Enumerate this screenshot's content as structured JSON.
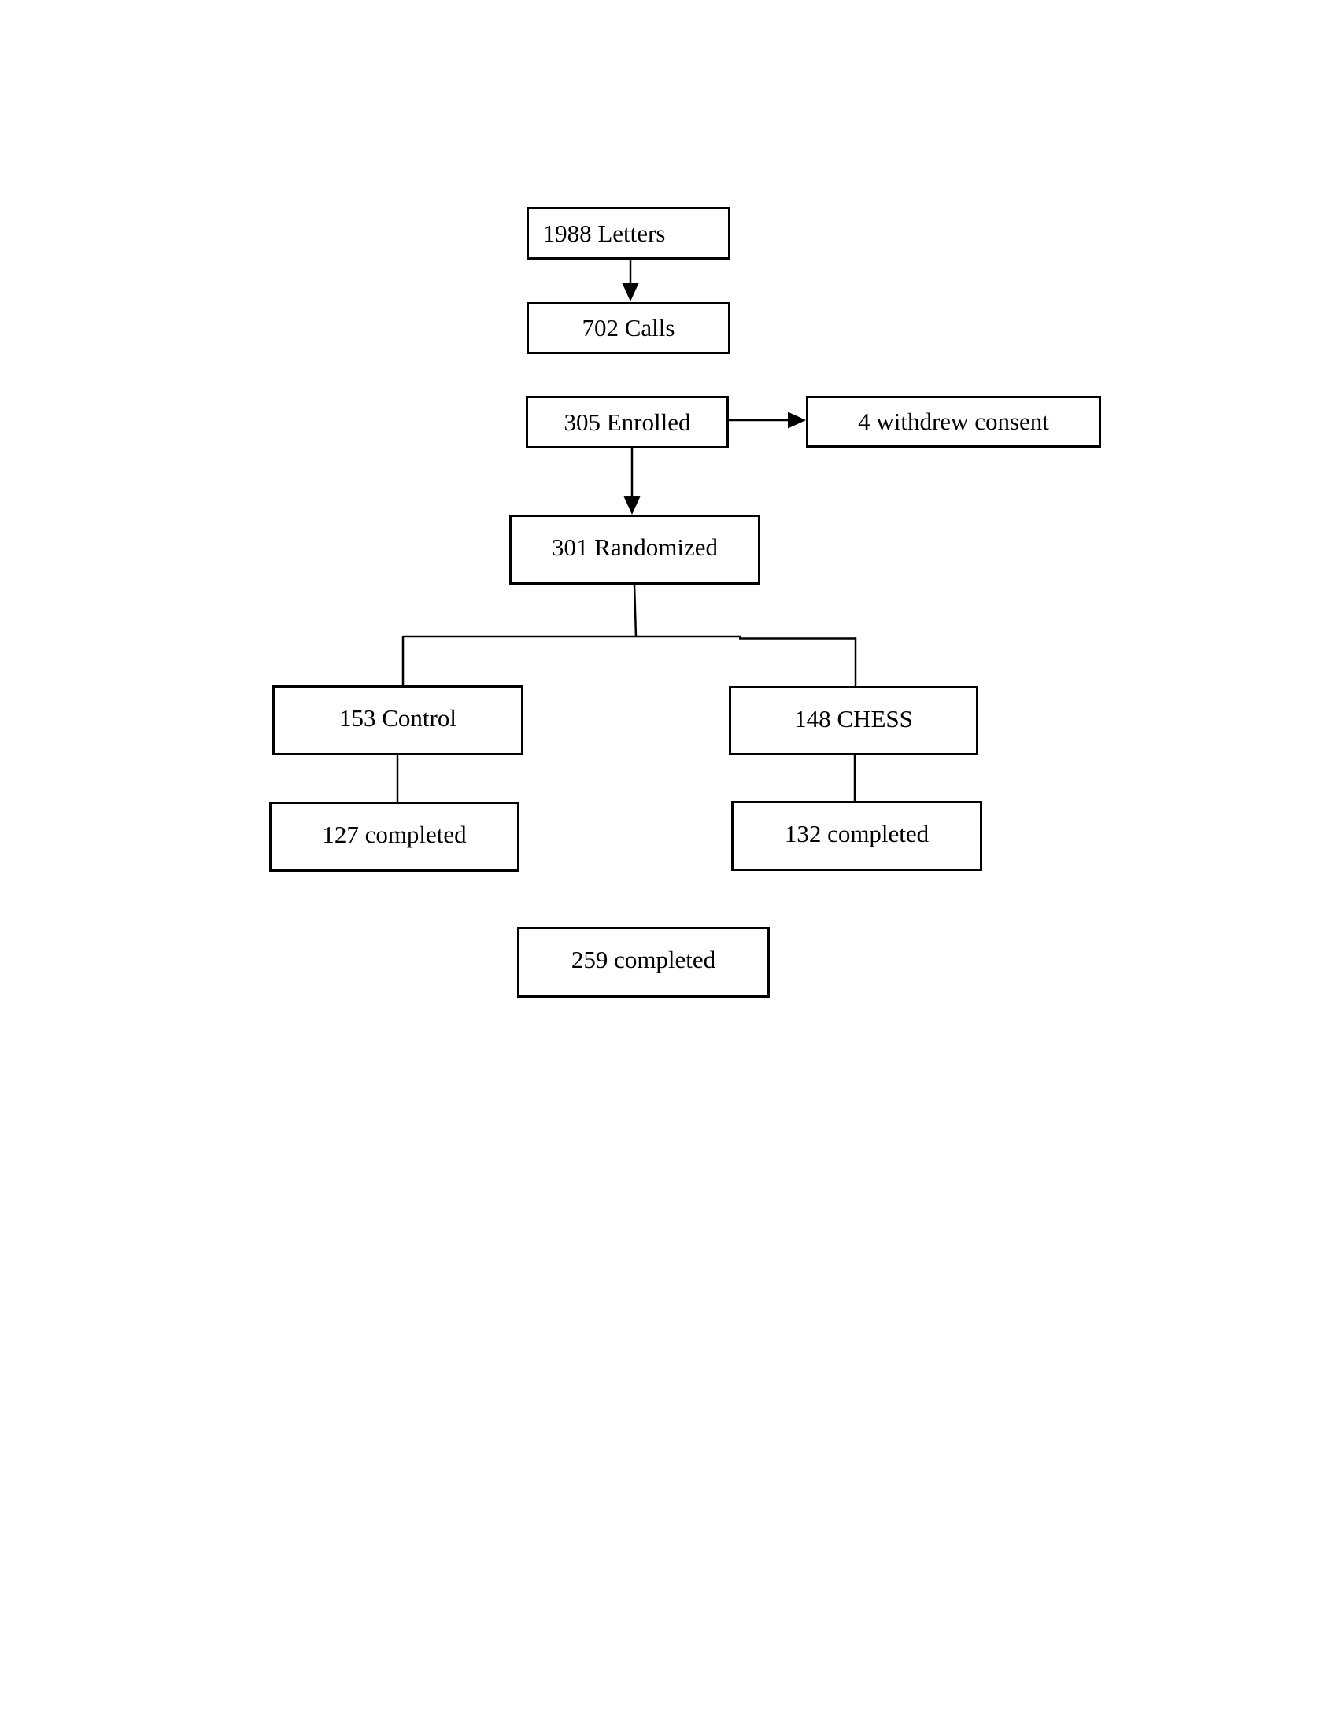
{
  "page": {
    "background_color": "#ffffff",
    "line_color": "#000000",
    "box_border_color": "#000000",
    "text_color": "#000000"
  },
  "flowchart": {
    "boxes": [
      {
        "id": "letters",
        "label": "1988 Letters"
      },
      {
        "id": "calls",
        "label": "702 Calls"
      },
      {
        "id": "enrolled",
        "label": "305 Enrolled"
      },
      {
        "id": "withdrew-consent",
        "label": "4 withdrew consent"
      },
      {
        "id": "randomized",
        "label": "301 Randomized"
      },
      {
        "id": "control",
        "label": "153 Control"
      },
      {
        "id": "chess",
        "label": "148 CHESS"
      },
      {
        "id": "control-completed",
        "label": "127 completed"
      },
      {
        "id": "chess-completed",
        "label": "132 completed"
      },
      {
        "id": "overall-completed",
        "label": "259 completed"
      }
    ]
  }
}
